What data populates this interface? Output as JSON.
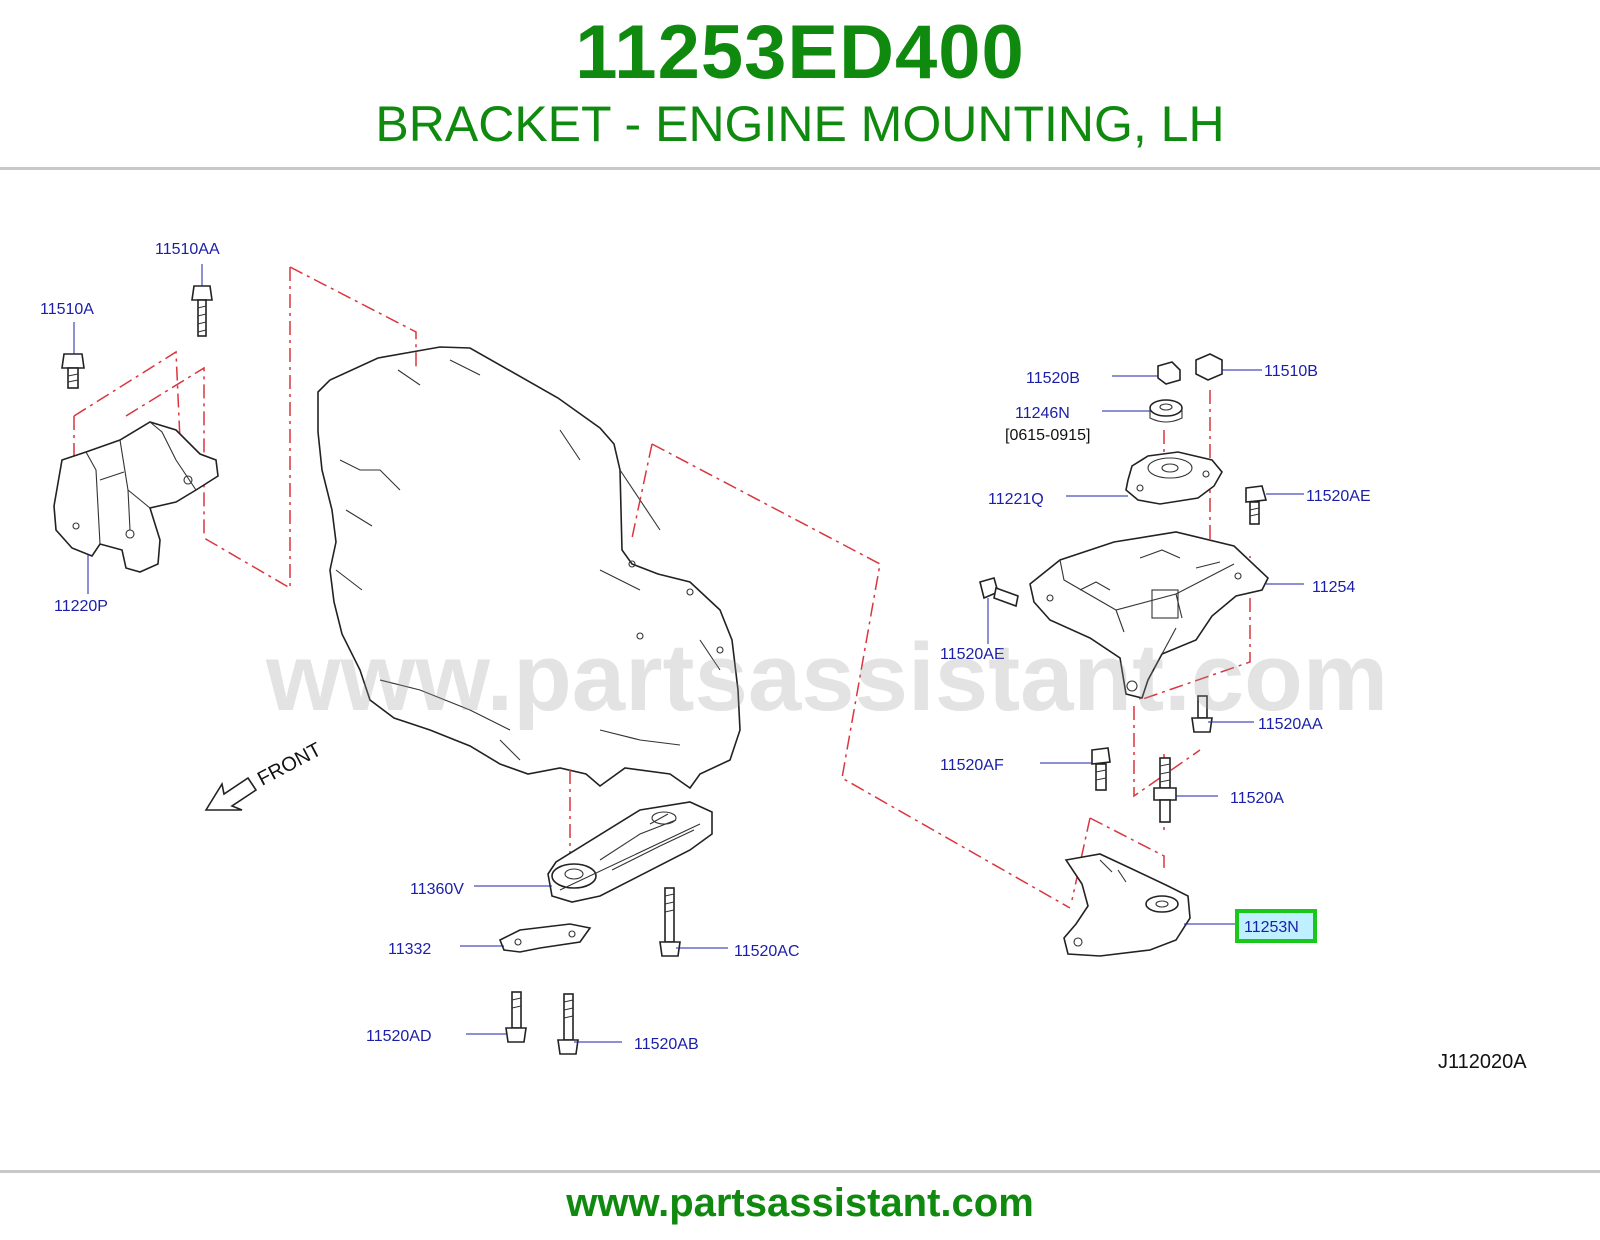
{
  "header": {
    "part_number": "11253ED400",
    "description": "BRACKET - ENGINE MOUNTING, LH"
  },
  "diagram": {
    "watermark": "www.partsassistant.com",
    "front_label": "FRONT",
    "diagram_code": "J112020A",
    "date_note": "[0615-0915]",
    "highlighted_part": "11253N",
    "labels": {
      "11510AA": "11510AA",
      "11510A": "11510A",
      "11220P": "11220P",
      "11520B": "11520B",
      "11510B": "11510B",
      "11246N": "11246N",
      "11221Q": "11221Q",
      "11520AE_right": "11520AE",
      "11254": "11254",
      "11520AE_left": "11520AE",
      "11520AA": "11520AA",
      "11520AF": "11520AF",
      "11520A": "11520A",
      "11253N": "11253N",
      "11360V": "11360V",
      "11332": "11332",
      "11520AC": "11520AC",
      "11520AD": "11520AD",
      "11520AB": "11520AB"
    }
  },
  "colors": {
    "brand_green": "#0f8a0f",
    "label_blue": "#1c20a8",
    "highlight_green": "#19c819",
    "highlight_fill": "#bff0ff",
    "dash_red": "#d9363e"
  },
  "footer": {
    "url": "www.partsassistant.com"
  }
}
